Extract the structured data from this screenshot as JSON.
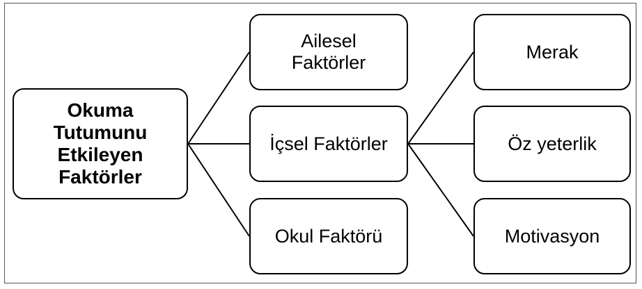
{
  "diagram": {
    "root": "Okuma\nTutumunu\nEtkileyen\nFaktörler",
    "middle": [
      "Ailesel\nFaktörler",
      "İçsel Faktörler",
      "Okul Faktörü"
    ],
    "right": [
      "Merak",
      "Öz yeterlik",
      "Motivasyon"
    ]
  }
}
